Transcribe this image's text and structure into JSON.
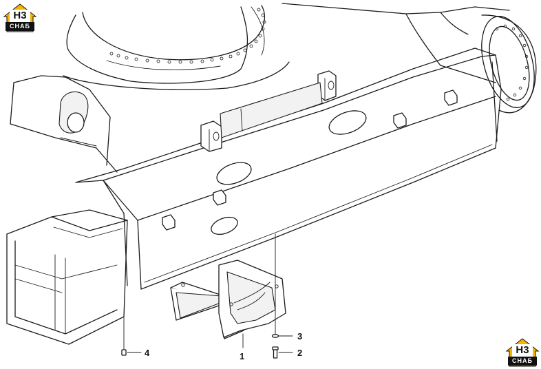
{
  "logo": {
    "mark": "Н3",
    "caption": "СНАБ"
  },
  "callouts": [
    {
      "id": "1",
      "label": "1"
    },
    {
      "id": "2",
      "label": "2"
    },
    {
      "id": "3",
      "label": "3"
    },
    {
      "id": "4",
      "label": "4"
    }
  ]
}
